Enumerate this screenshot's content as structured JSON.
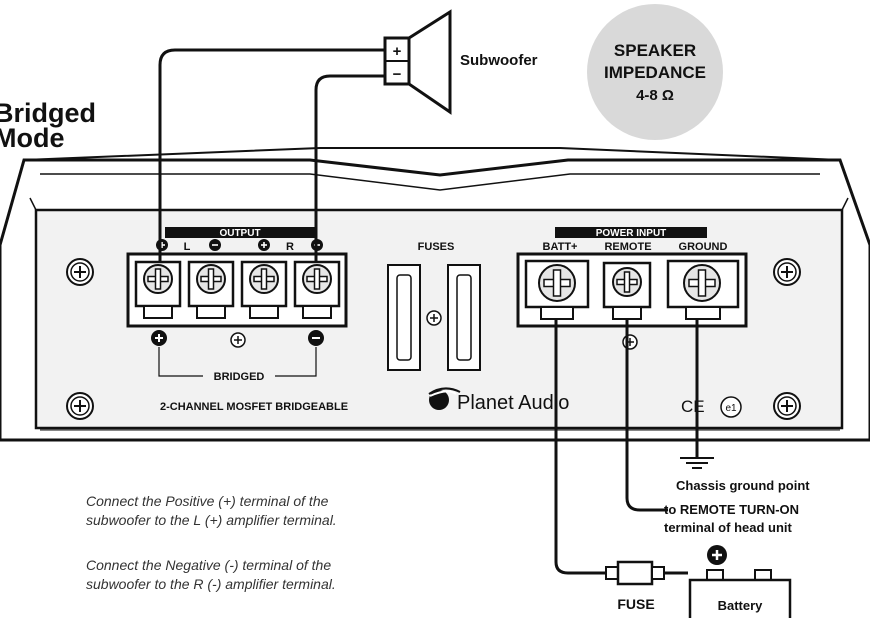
{
  "title": {
    "line1": "Bridged",
    "line2": "Mode"
  },
  "speaker": {
    "label": "Subwoofer",
    "plus": "+",
    "minus": "−"
  },
  "impedance": {
    "line1": "SPEAKER",
    "line2": "IMPEDANCE",
    "line3": "4-8 Ω",
    "bg_color": "#d9d9d9"
  },
  "output": {
    "header": "OUTPUT",
    "l_label": "L",
    "r_label": "R",
    "bridged_label": "BRIDGED"
  },
  "fuses": {
    "label": "FUSES"
  },
  "power_input": {
    "header": "POWER INPUT",
    "batt_label": "BATT+",
    "remote_label": "REMOTE",
    "ground_label": "GROUND"
  },
  "amp": {
    "model_text": "2-CHANNEL MOSFET BRIDGEABLE",
    "brand": "Planet Audio",
    "ce_mark": "CE",
    "e_mark": "e1"
  },
  "wiring": {
    "chassis_ground": "Chassis ground point",
    "remote_line1": "to REMOTE TURN-ON",
    "remote_line2": "terminal of head unit",
    "fuse_label": "FUSE",
    "battery_label": "Battery"
  },
  "instructions": {
    "p1_line1": "Connect the Positive (+) terminal of the",
    "p1_line2": "subwoofer to the L (+) amplifier terminal.",
    "p2_line1": "Connect the Negative (-) terminal of the",
    "p2_line2": "subwoofer to the R (-) amplifier terminal."
  },
  "colors": {
    "ink": "#111111",
    "panel": "#f2f2f2",
    "shade": "#bdbdbd"
  }
}
